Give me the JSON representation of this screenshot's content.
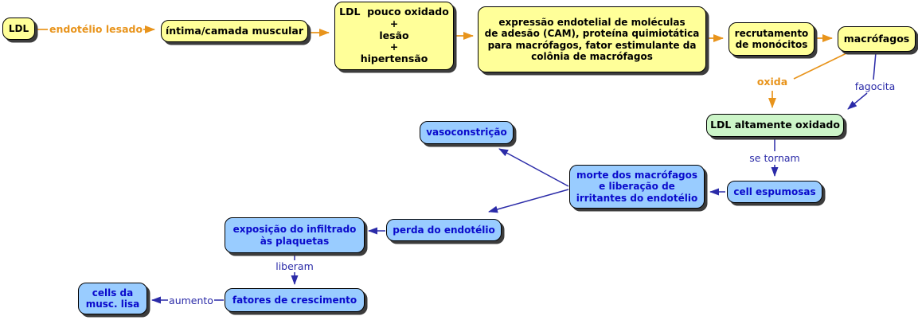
{
  "diagram": {
    "type": "concept-map",
    "language": "pt",
    "topic": "LDL / aterosclerose"
  },
  "colors": {
    "node_yellow_fill": "#FFFF99",
    "node_blue_fill": "#99CCFF",
    "node_green_fill": "#CCF5C8",
    "node_border": "#000000",
    "node_shadow": "#3C3C3C",
    "blue_node_text": "#0A0ACC",
    "orange_connector": "#E8941C",
    "navy_connector": "#2B2BA8",
    "background": "#FFFFFF"
  },
  "nodes": {
    "ldl": {
      "label": "LDL"
    },
    "intima": {
      "label": "íntima/camada muscular"
    },
    "ldl_pouco": {
      "label": "LDL  pouco oxidado\n+\nlesão\n+\nhipertensão"
    },
    "cam": {
      "label": "expressão endotelial de moléculas\nde adesão (CAM), proteína quimiotática\npara macrófagos, fator estimulante da\ncolônia de macrófagos"
    },
    "recrutamento": {
      "label": "recrutamento\nde monócitos"
    },
    "macrofagos": {
      "label": "macrófagos"
    },
    "ldl_altamente": {
      "label": "LDL altamente oxidado"
    },
    "cell_espumosas": {
      "label": "cell espumosas"
    },
    "morte": {
      "label": "morte dos macrófagos\ne liberação de\nirritantes do endotélio"
    },
    "vasoconstricao": {
      "label": "vasoconstrição"
    },
    "perda": {
      "label": "perda do endotélio"
    },
    "exposicao": {
      "label": "exposição do infiltrado\nàs plaquetas"
    },
    "fatores": {
      "label": "fatores de crescimento"
    },
    "cells_musc": {
      "label": "cells da\nmusc. lisa"
    }
  },
  "connector_labels": {
    "endotelio_lesado": {
      "label": "endotélio lesado"
    },
    "oxida": {
      "label": "oxida"
    },
    "fagocita": {
      "label": "fagocita"
    },
    "se_tornam": {
      "label": "se tornam"
    },
    "liberam": {
      "label": "liberam"
    },
    "aumento": {
      "label": "aumento"
    }
  }
}
